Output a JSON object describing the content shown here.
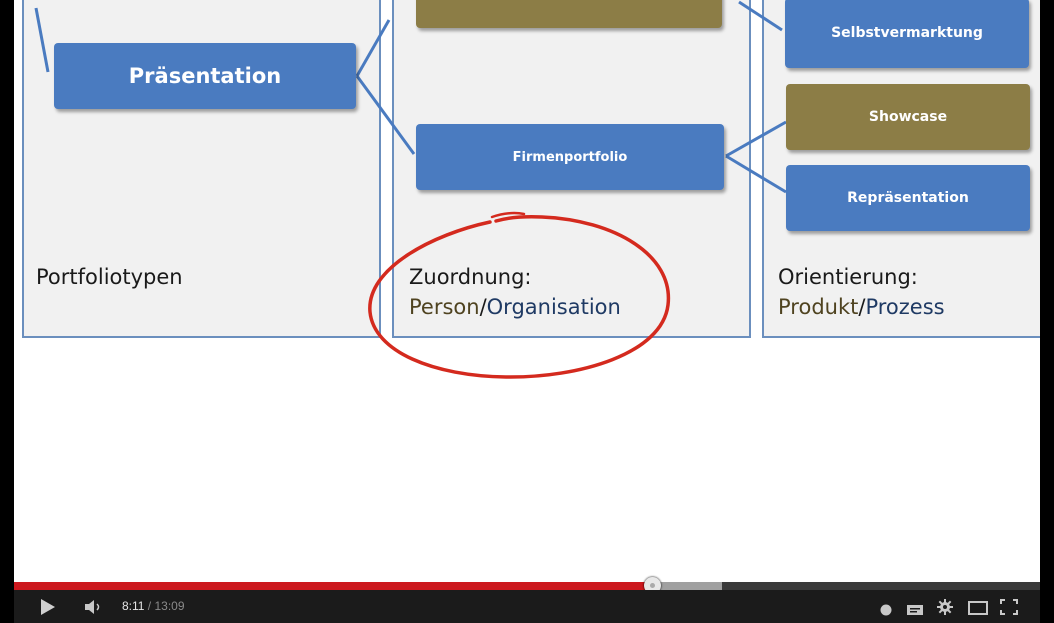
{
  "diagram": {
    "boxes": {
      "praesentation": "Präsentation",
      "selbstvermarktung": "Selbstvermarktung",
      "firmenportfolio": "Firmenportfolio",
      "showcase": "Showcase",
      "repraesentation": "Repräsentation"
    },
    "labels": {
      "portfoliotypen": "Portfoliotypen",
      "zuordnung_title": "Zuordnung:",
      "zuordnung_person": "Person",
      "zuordnung_sep": "/",
      "zuordnung_org": "Organisation",
      "orientierung_title": "Orientierung:",
      "orientierung_produkt": "Produkt",
      "orientierung_sep": "/",
      "orientierung_prozess": "Prozess"
    }
  },
  "player": {
    "current_time": "8:11",
    "total_time": " / 13:09",
    "progress_fraction": 0.622,
    "buffered_fraction": 0.69,
    "colors": {
      "progress": "#cc181e",
      "annotation": "#d42a1e"
    },
    "icons": [
      "play-icon",
      "volume-icon",
      "watch-later-icon",
      "captions-icon",
      "settings-icon",
      "theater-mode-icon",
      "fullscreen-icon"
    ]
  }
}
